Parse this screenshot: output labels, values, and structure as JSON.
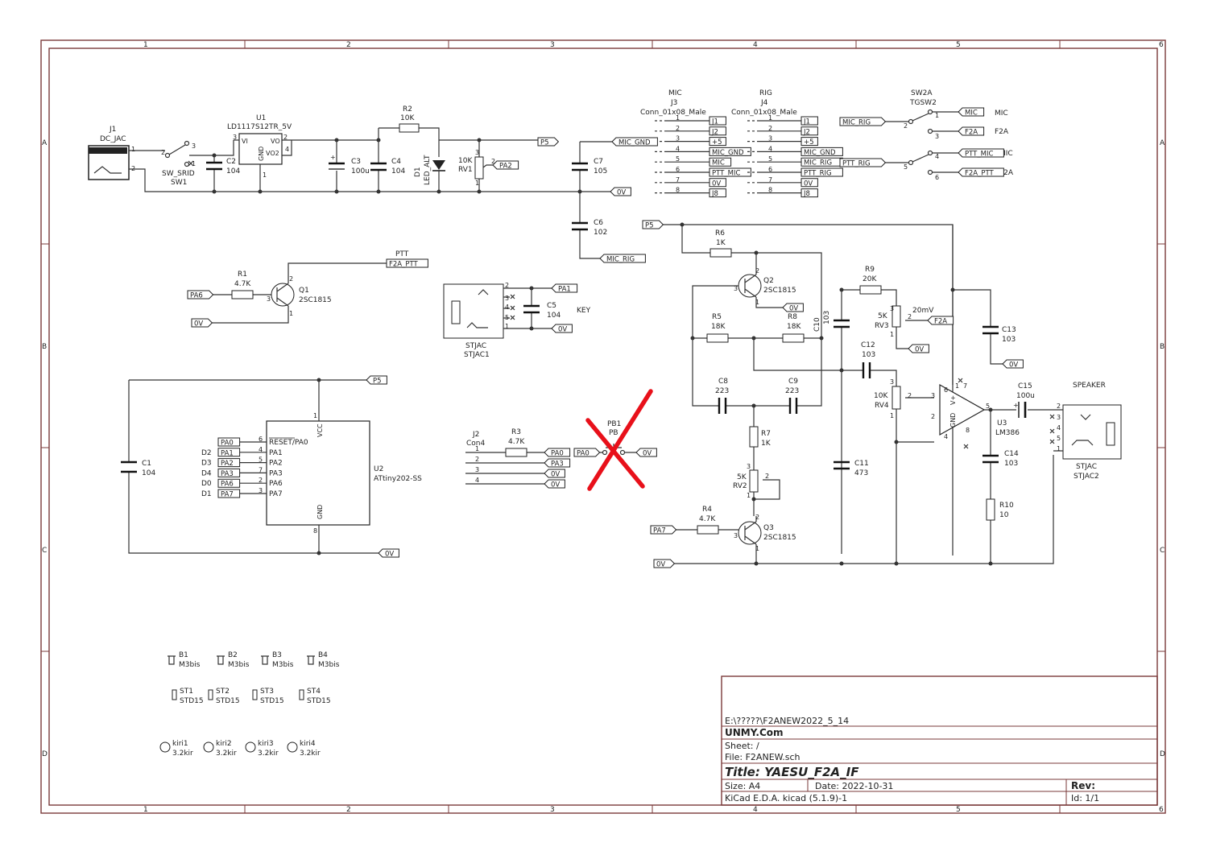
{
  "sheet": {
    "columns": [
      "1",
      "2",
      "3",
      "4",
      "5",
      "6"
    ],
    "rows": [
      "A",
      "B",
      "C",
      "D"
    ]
  },
  "title_block": {
    "path": "E:\\?????\\F2ANEW2022_5_14",
    "company": "UNMY.Com",
    "sheet": "Sheet: /",
    "file": "File: F2ANEW.sch",
    "title": "Title:  YAESU_F2A_IF",
    "size": "Size: A4",
    "date": "Date: 2022-10-31",
    "rev": "Rev:",
    "tool": "KiCad E.D.A.  kicad (5.1.9)-1",
    "id": "Id: 1/1"
  },
  "components": {
    "J1": {
      "ref": "J1",
      "value": "DC_JAC",
      "p1": "1",
      "p2": "2"
    },
    "SW1": {
      "ref": "SW1",
      "value": "SW_SRID",
      "p2": "2",
      "p3": "3",
      "p1": "1"
    },
    "U1": {
      "ref": "U1",
      "value": "LD1117S12TR_5V",
      "vi": "VI",
      "vo": "VO",
      "vo2": "VO2",
      "gnd": "GND",
      "p3": "3",
      "p2": "2",
      "p4": "4",
      "p1": "1"
    },
    "C2": {
      "ref": "C2",
      "value": "104"
    },
    "C3": {
      "ref": "C3",
      "value": "100u",
      "plus": "+"
    },
    "C4": {
      "ref": "C4",
      "value": "104"
    },
    "R2": {
      "ref": "R2",
      "value": "10K"
    },
    "D1": {
      "ref": "D1",
      "value": "LED_ALT"
    },
    "RV1": {
      "ref": "RV1",
      "value": "10K",
      "p3": "3",
      "p2": "2",
      "p1": "1"
    },
    "C7": {
      "ref": "C7",
      "value": "105"
    },
    "C6": {
      "ref": "C6",
      "value": "102"
    },
    "J3": {
      "title": "MIC",
      "ref": "J3",
      "value": "Conn_01x08_Male",
      "pins": [
        "1",
        "2",
        "3",
        "4",
        "5",
        "6",
        "7",
        "8"
      ],
      "nets": [
        "J1",
        "J2",
        "+5",
        "MIC_GND",
        "MIC",
        "PTT_MIC",
        "0V",
        "J8"
      ]
    },
    "J4": {
      "title": "RIG",
      "ref": "J4",
      "value": "Conn_01x08_Male",
      "pins": [
        "1",
        "2",
        "3",
        "4",
        "5",
        "6",
        "7",
        "8"
      ],
      "nets": [
        "J1",
        "J2",
        "+5",
        "MIC_GND",
        "MIC_RIG",
        "PTT_RIG",
        "0V",
        "J8"
      ]
    },
    "SW2A": {
      "ref": "SW2A",
      "value": "TGSW2",
      "p1": "1",
      "p2": "2",
      "p3": "3",
      "p4": "4",
      "p5": "5",
      "p6": "6",
      "side1": "MIC",
      "side2": "F2A",
      "side3": "MIC",
      "side4": "F2A"
    },
    "R1": {
      "ref": "R1",
      "value": "4.7K"
    },
    "Q1": {
      "ref": "Q1",
      "value": "2SC1815",
      "p1": "1",
      "p2": "2",
      "p3": "3",
      "net_label": "PTT"
    },
    "STJAC1": {
      "ref": "STJAC1",
      "value": "STJAC",
      "pins": [
        "2",
        "3",
        "4",
        "5",
        "1"
      ]
    },
    "C5": {
      "ref": "C5",
      "value": "104",
      "label": "KEY"
    },
    "U2": {
      "ref": "U2",
      "value": "ATtiny202-SS",
      "vcc": "VCC",
      "gnd": "GND",
      "p1": "1",
      "p8": "8",
      "pins": [
        {
          "num": "6",
          "name": "RESET/PA0",
          "net": "PA0",
          "side": ""
        },
        {
          "num": "4",
          "name": "PA1",
          "net": "PA1",
          "side": "D2"
        },
        {
          "num": "5",
          "name": "PA2",
          "net": "PA2",
          "side": "D3"
        },
        {
          "num": "7",
          "name": "PA3",
          "net": "PA3",
          "side": "D4"
        },
        {
          "num": "2",
          "name": "PA6",
          "net": "PA6",
          "side": "D0"
        },
        {
          "num": "3",
          "name": "PA7",
          "net": "PA7",
          "side": "D1"
        }
      ]
    },
    "C1": {
      "ref": "C1",
      "value": "104"
    },
    "J2": {
      "ref": "J2",
      "value": "Con4",
      "pins": [
        "1",
        "2",
        "3",
        "4"
      ]
    },
    "R3": {
      "ref": "R3",
      "value": "4.7K"
    },
    "PB1": {
      "ref": "PB1",
      "value": "PB"
    },
    "R6": {
      "ref": "R6",
      "value": "1K"
    },
    "Q2": {
      "ref": "Q2",
      "value": "2SC1815",
      "p1": "1",
      "p2": "2",
      "p3": "3"
    },
    "R5": {
      "ref": "R5",
      "value": "18K"
    },
    "R8": {
      "ref": "R8",
      "value": "18K"
    },
    "C10": {
      "ref": "C10",
      "value": "103"
    },
    "C8": {
      "ref": "C8",
      "value": "223"
    },
    "C9": {
      "ref": "C9",
      "value": "223"
    },
    "R7": {
      "ref": "R7",
      "value": "1K"
    },
    "RV2": {
      "ref": "RV2",
      "value": "5K",
      "p1": "1",
      "p2": "2",
      "p3": "3"
    },
    "R4": {
      "ref": "R4",
      "value": "4.7K"
    },
    "Q3": {
      "ref": "Q3",
      "value": "2SC1815",
      "p1": "1",
      "p2": "2",
      "p3": "3"
    },
    "R9": {
      "ref": "R9",
      "value": "20K"
    },
    "RV3": {
      "ref": "RV3",
      "value": "5K",
      "note": "20mV",
      "p1": "1",
      "p2": "2",
      "p3": "3"
    },
    "C12": {
      "ref": "C12",
      "value": "103"
    },
    "RV4": {
      "ref": "RV4",
      "value": "10K",
      "p1": "1",
      "p2": "2",
      "p3": "3"
    },
    "C11": {
      "ref": "C11",
      "value": "473"
    },
    "U3": {
      "ref": "U3",
      "value": "LM386",
      "p2": "2",
      "p3": "3",
      "p4": "4",
      "p5": "5",
      "p6": "6",
      "p1": "1",
      "p7": "7",
      "p8": "8",
      "gnd": "GND",
      "v": "V+"
    },
    "C15": {
      "ref": "C15",
      "value": "100u",
      "plus": "+"
    },
    "C13": {
      "ref": "C13",
      "value": "103"
    },
    "C14": {
      "ref": "C14",
      "value": "103"
    },
    "R10": {
      "ref": "R10",
      "value": "10"
    },
    "STJAC2": {
      "ref": "STJAC2",
      "value": "STJAC",
      "label": "SPEAKER",
      "pins": [
        "2",
        "3",
        "4",
        "5",
        "1"
      ]
    }
  },
  "nets": {
    "P5": "P5",
    "0V": "0V",
    "MIC_GND": "MIC_GND",
    "MIC_RIG": "MIC_RIG",
    "MIC": "MIC",
    "F2A": "F2A",
    "PTT_MIC": "PTT_MIC",
    "PTT_RIG": "PTT_RIG",
    "F2A_PTT": "F2A_PTT",
    "PA0": "PA0",
    "PA1": "PA1",
    "PA2": "PA2",
    "PA3": "PA3",
    "PA6": "PA6",
    "PA7": "PA7"
  },
  "hardware": {
    "bolts": [
      {
        "ref": "B1",
        "value": "M3bis"
      },
      {
        "ref": "B2",
        "value": "M3bis"
      },
      {
        "ref": "B3",
        "value": "M3bis"
      },
      {
        "ref": "B4",
        "value": "M3bis"
      }
    ],
    "standoffs": [
      {
        "ref": "ST1",
        "value": "STD15"
      },
      {
        "ref": "ST2",
        "value": "STD15"
      },
      {
        "ref": "ST3",
        "value": "STD15"
      },
      {
        "ref": "ST4",
        "value": "STD15"
      }
    ],
    "holes": [
      {
        "ref": "kiri1",
        "value": "3.2kir"
      },
      {
        "ref": "kiri2",
        "value": "3.2kir"
      },
      {
        "ref": "kiri3",
        "value": "3.2kir"
      },
      {
        "ref": "kiri4",
        "value": "3.2kir"
      }
    ]
  },
  "colors": {
    "wire": "#333333",
    "border": "#7a3a3a",
    "dnp_mark": "#e8101a"
  }
}
